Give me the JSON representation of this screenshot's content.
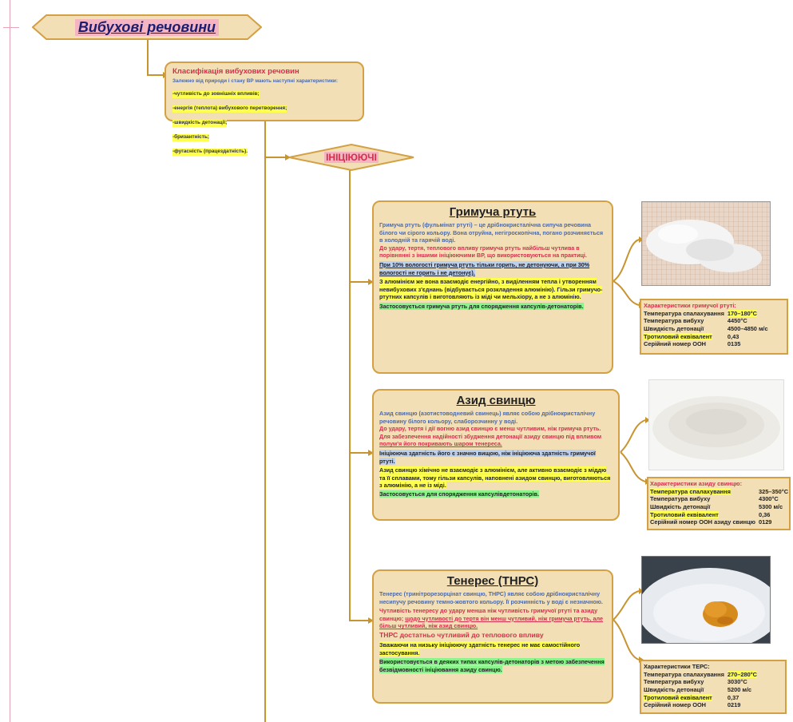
{
  "root": {
    "title": "Вибухові речовини"
  },
  "classification": {
    "title": "Класифікація вибухових речовин",
    "intro": "Залежно від природи і стану ВР мають наступні характеристики:",
    "items": [
      "-чутливість до зовнішніх впливів;",
      "-енергія (теплота) вибухового перетворення;",
      "-швидкість детонації;",
      "-бризантність;",
      "-фугасність (працездатність)."
    ]
  },
  "category": {
    "title": "ІНІЦІЮЮЧІ"
  },
  "mercury": {
    "title": "Гримуча ртуть",
    "p1": "Гримуча ртуть (фульмінат ртуті) – це дрібнокристалічна сипуча речовина білого чи сірого кольору. Вона отруйна, негігроскопічна, погано розчиняється в холодній та гарячій воді.",
    "p2": "До удару, тертя, теплового впливу гримуча ртуть найбільш чутлива в порівнянні з іншими ініціюючими ВР, що використовуються на практиці.",
    "p3": "При 10% вологості гримуча ртуть тільки горить, не детонуючи, а при 30% вологості не горить і не детонує).",
    "p4": "З алюмінієм же вона взаємодіє енергійно, з виділенням тепла і утворенням невибухових з'єднань (відбувається розкладення алюмінію). Гільзи гримучо-ртутних капсулів і виготовляють із міді чи мельхіору, а не з алюмінію.",
    "p5": "Застосовується гримуча ртуть для спорядження капсулів-детонаторів.",
    "props_title": "Характеристики гримучої ртуті:",
    "props": [
      {
        "k": "Температура спалахування",
        "v": "170–180°C"
      },
      {
        "k": "Температура вибуху",
        "v": "4450°C"
      },
      {
        "k": "Швидкість детонації",
        "v": "4500–4850 м/с"
      },
      {
        "k": "Тротиловий еквівалент",
        "v": "0,43"
      },
      {
        "k": "Серійний номер ООН",
        "v": "0135"
      }
    ]
  },
  "azide": {
    "title": "Азид свинцю",
    "p1": "Азид свинцю (азотистоводневий свинець) являє собою дрібнокристалічну речовину білого кольору, слаборозчинну у воді.",
    "p2a": "До удару, тертя і дії вогню азид свинцю є менш чутливим, ніж гримуча ртуть. Для забезпечення надійності збудження детонації азиду свинцю під впливом ",
    "p2b": "полум'я його покривають шаром тенереса.",
    "p3": "Ініціююча здатність його є значно вищою, ніж ініціююча здатність гримучої ртуті.",
    "p4": "Азид свинцю хімічно не взаємодіє з алюмінієм, але активно взаємодіє з міддю та її сплавами, тому гільзи капсулів, наповнені азидом свинцю, виготовляються з алюмінію, а не із міді.",
    "p5": "Застосовується для спорядження капсулівдетонаторів.",
    "props_title": "Характеристики азиду свинцю:",
    "props": [
      {
        "k": "Температура спалахування",
        "v": "325–350°C"
      },
      {
        "k": "Температура вибуху",
        "v": "4300°C"
      },
      {
        "k": "Швидкість детонації",
        "v": "5300 м/с"
      },
      {
        "k": "Тротиловий еквівалент",
        "v": "0,36"
      },
      {
        "k": "Серійний номер ООН азиду свинцю",
        "v": "0129"
      }
    ]
  },
  "thrs": {
    "title": "Тенерес (ТНРС)",
    "p1": "Тенерес (тринітрорезорцінат свинцю, ТНРС) являє собою дрібнокристалічну несипучу речовину темно-жовтого кольору. Її розчинність у воді є незначною.",
    "p2a": "Чутливість тенересу до удару менша ніж чутливість гримучої ртуті та азиду свинцю; ",
    "p2b": "щодо чутливості до тертя він менш чутливий, ніж гримуча ртуть, але більш чутливий, ніж азид свинцю.",
    "p3": "ТНРС достатньо чутливий до теплового впливу",
    "p4": "Зважаючи на низьку ініціюючу здатність тенерес не має самостійного застосування.",
    "p5": "Використовується в деяких типах капсулів-детонаторів з метою забезпечення безвідмовності ініціювання азиду свинцю.",
    "props_title": "Характеристики ТЕРС:",
    "props": [
      {
        "k": "Температура спалахування",
        "v": "270–280°C"
      },
      {
        "k": "Температура вибуху",
        "v": "3030°C"
      },
      {
        "k": "Швидкість детонації",
        "v": "5200 м/с"
      },
      {
        "k": "Тротиловий еквівалент",
        "v": "0,37"
      },
      {
        "k": "Серійний номер ООН",
        "v": "0219"
      }
    ]
  }
}
